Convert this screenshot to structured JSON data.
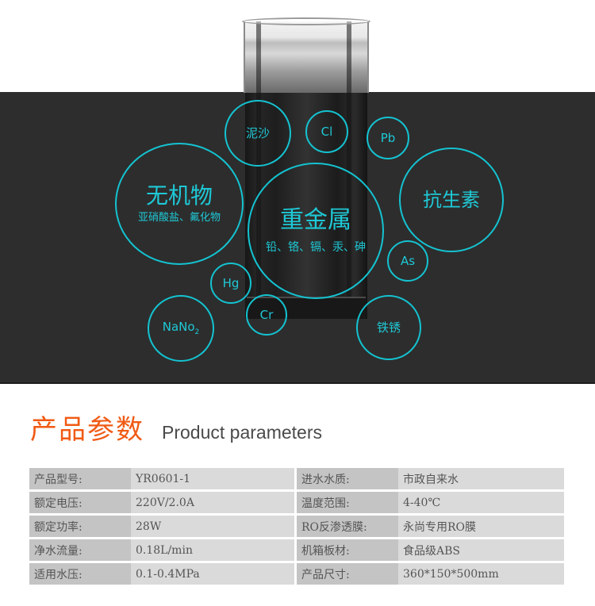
{
  "hero": {
    "background_color": "#2d2d2d",
    "accent_color": "#14c3d1",
    "image": "glass-of-water",
    "bubbles": [
      {
        "id": "inorganic",
        "main": "无机物",
        "sub": "亚硝酸盐、氟化物"
      },
      {
        "id": "sediment",
        "main": "泥沙"
      },
      {
        "id": "chlorine",
        "main": "Cl"
      },
      {
        "id": "lead",
        "main": "Pb"
      },
      {
        "id": "heavy-metals",
        "main": "重金属",
        "sub": "铅、铬、镉、汞、砷"
      },
      {
        "id": "antibiotics",
        "main": "抗生素"
      },
      {
        "id": "arsenic",
        "main": "As"
      },
      {
        "id": "mercury",
        "main": "Hg"
      },
      {
        "id": "chromium",
        "main": "Cr"
      },
      {
        "id": "sodium-nitrite",
        "main": "NaNo",
        "subscript": "2"
      },
      {
        "id": "rust",
        "main": "铁锈"
      }
    ]
  },
  "section": {
    "title_cn": "产品参数",
    "title_en": "Product parameters",
    "title_color": "#f05a14"
  },
  "params": {
    "rows": [
      {
        "left_label": "产品型号:",
        "left_value": "YR0601-1",
        "right_label": "进水水质:",
        "right_value": "市政自来水"
      },
      {
        "left_label": "额定电压:",
        "left_value": "220V/2.0A",
        "right_label": "温度范围:",
        "right_value": "4-40℃"
      },
      {
        "left_label": "额定功率:",
        "left_value": "28W",
        "right_label": "RO反渗透膜:",
        "right_value": "永尚专用RO膜"
      },
      {
        "left_label": "净水流量:",
        "left_value": "0.18L/min",
        "right_label": "机箱板材:",
        "right_value": "食品级ABS"
      },
      {
        "left_label": "适用水压:",
        "left_value": "0.1-0.4MPa",
        "right_label": "产品尺寸:",
        "right_value": "360*150*500mm"
      }
    ]
  }
}
